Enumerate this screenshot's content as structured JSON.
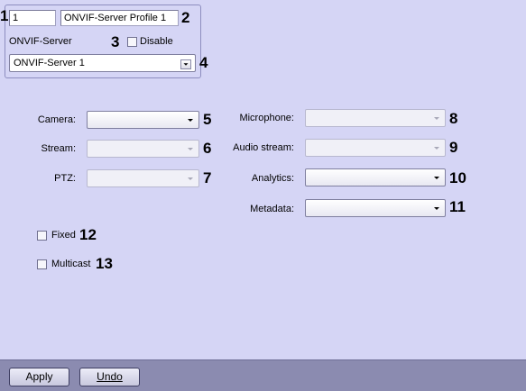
{
  "top": {
    "id_value": "1",
    "profile_name": "ONVIF-Server Profile 1",
    "onvif_server_label": "ONVIF-Server",
    "disable_label": "Disable",
    "server_select_value": "ONVIF-Server 1"
  },
  "left_fields": {
    "camera_label": "Camera:",
    "stream_label": "Stream:",
    "ptz_label": "PTZ:"
  },
  "right_fields": {
    "microphone_label": "Microphone:",
    "audio_stream_label": "Audio stream:",
    "analytics_label": "Analytics:",
    "metadata_label": "Metadata:"
  },
  "options": {
    "fixed_label": "Fixed",
    "multicast_label": "Multicast"
  },
  "footer": {
    "apply_label": "Apply",
    "undo_label": "Undo"
  },
  "callouts": [
    "1",
    "2",
    "3",
    "4",
    "5",
    "6",
    "7",
    "8",
    "9",
    "10",
    "11",
    "12",
    "13"
  ],
  "colors": {
    "background": "#d5d5f5",
    "footer": "#8b8bb0"
  }
}
